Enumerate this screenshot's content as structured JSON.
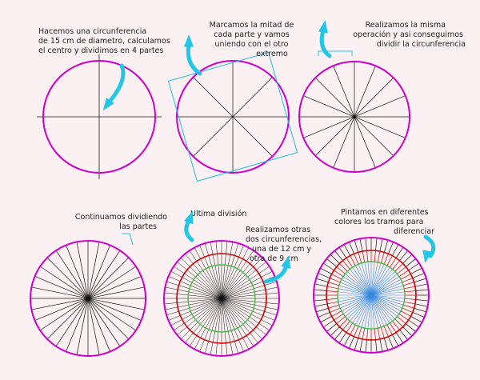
{
  "colors": {
    "background": "#fbf1f3",
    "outer_circle": "#cc00cc",
    "middle_circle": "#cc0000",
    "inner_circle": "#44bb44",
    "square": "#22bbdd",
    "arrow": "#22c6e6",
    "lines": "#111111",
    "blue_lines": "#3388dd",
    "text": "#222222"
  },
  "steps": [
    {
      "id": 1,
      "caption": [
        "Hacemos una circunferencia",
        "de 15 cm de diametro, calculamos",
        "el centro y dividimos en 4 partes"
      ],
      "divisions": 4
    },
    {
      "id": 2,
      "caption": [
        "Marcamos la mitad de",
        "cada parte y vamos",
        "uniendo con el otro",
        "extremo"
      ],
      "divisions": 8
    },
    {
      "id": 3,
      "caption": [
        "Realizamos la misma",
        "operación y asi conseguimos",
        "dividir la circunferencia"
      ],
      "divisions": 16
    },
    {
      "id": 4,
      "caption": [
        "Continuamos dividiendo",
        "las partes"
      ],
      "divisions": 32
    },
    {
      "id": 5,
      "caption": [
        "Ultima división"
      ],
      "divisions": 64
    },
    {
      "id": 5.5,
      "caption": [
        "Realizamos otras",
        "dos circunferencias,",
        "una de 12 cm y",
        "otra de 9 cm"
      ]
    },
    {
      "id": 6,
      "caption": [
        "Pintamos en diferentes",
        "colores los tramos para",
        "diferenciar"
      ],
      "divisions": 64
    }
  ]
}
